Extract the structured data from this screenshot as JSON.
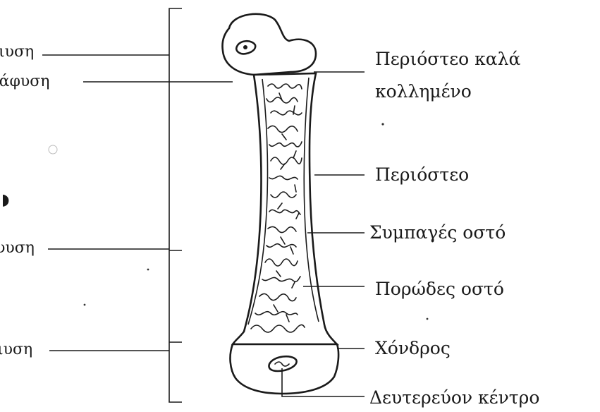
{
  "left_labels": {
    "top_1": "ιυση",
    "top_2": "ιάφυση",
    "middle": "υυση",
    "bottom": "ιυση",
    "mark": "◗"
  },
  "right_labels": {
    "periosteum_attached_line1": "Περιόστεο καλά",
    "periosteum_attached_line2": "κολλημένο",
    "periosteum": "Περιόστεο",
    "compact_bone": "Συμπαγές οστό",
    "spongy_bone": "Πορώδες οστό",
    "cartilage": "Χόνδρος",
    "secondary_center": "Δευτερεύον κέντρο"
  }
}
